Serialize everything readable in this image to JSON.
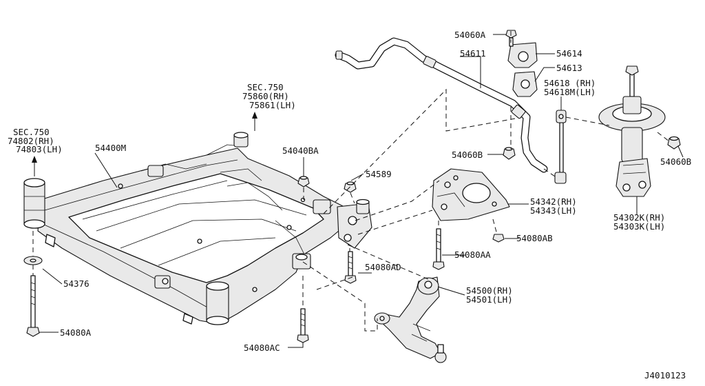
{
  "diagram_id": "J4010123",
  "labels": {
    "sec750_left": "SEC.750",
    "p74802": "74802(RH)",
    "p74803": "74803(LH)",
    "sec750_top": "SEC.750",
    "p75860": "75860(RH)",
    "p75861": "75861(LH)",
    "p54400M": "54400M",
    "p54040BA": "54040BA",
    "p54589": "54589",
    "p54060A": "54060A",
    "p54611": "54611",
    "p54614": "54614",
    "p54613": "54613",
    "p54618": "54618 (RH)",
    "p54618M": "54618M(LH)",
    "p54060B_mid": "54060B",
    "p54060B_right": "54060B",
    "p54342": "54342(RH)",
    "p54343": "54343(LH)",
    "p54080AB": "54080AB",
    "p54080AA": "54080AA",
    "p54080AD": "54080AD",
    "p54500": "54500(RH)",
    "p54501": "54501(LH)",
    "p54302K": "54302K(RH)",
    "p54303K": "54303K(LH)",
    "p54376": "54376",
    "p54080A": "54080A",
    "p54080AC": "54080AC"
  }
}
